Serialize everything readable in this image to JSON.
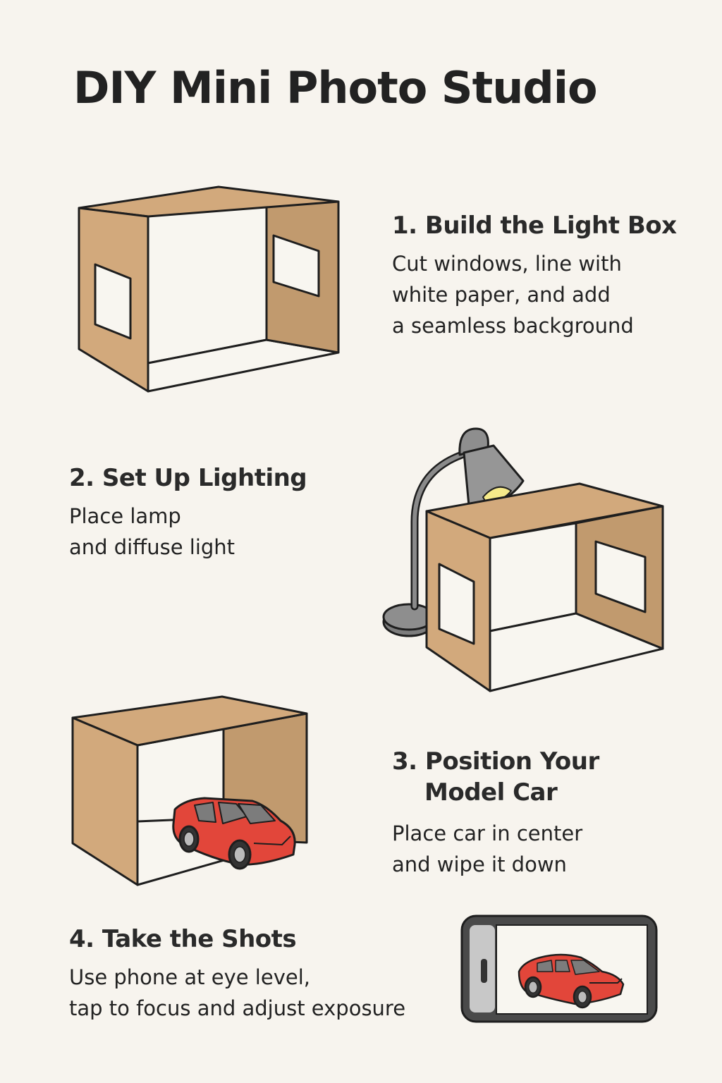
{
  "title": "DIY Mini Photo Studio",
  "colors": {
    "background": "#f7f4ee",
    "cardboard": "#d2a97c",
    "cardboard_dark": "#c19a6e",
    "interior": "#f8f6f0",
    "lamp_gray": "#8e8e8e",
    "bulb": "#f6ea8a",
    "car_red": "#e2463a",
    "outline": "#1e1e1e"
  },
  "steps": [
    {
      "number": "1.",
      "heading": "1. Build the Light Box",
      "lines": [
        "Cut windows, line with",
        "white paper, and add",
        "a seamless background"
      ],
      "illustration": "light-box-icon"
    },
    {
      "number": "2.",
      "heading": "2. Set Up Lighting",
      "lines": [
        "Place lamp",
        "and diffuse light"
      ],
      "illustration": "lamp-and-light-box-icon"
    },
    {
      "number": "3.",
      "heading_lines": [
        "3. Position Your",
        "Model Car"
      ],
      "lines": [
        "Place car in center",
        "and wipe it down"
      ],
      "illustration": "car-in-light-box-icon"
    },
    {
      "number": "4.",
      "heading": "4. Take the Shots",
      "lines": [
        "Use phone at eye level,",
        "tap to focus and adjust exposure"
      ],
      "illustration": "phone-with-car-icon"
    }
  ]
}
